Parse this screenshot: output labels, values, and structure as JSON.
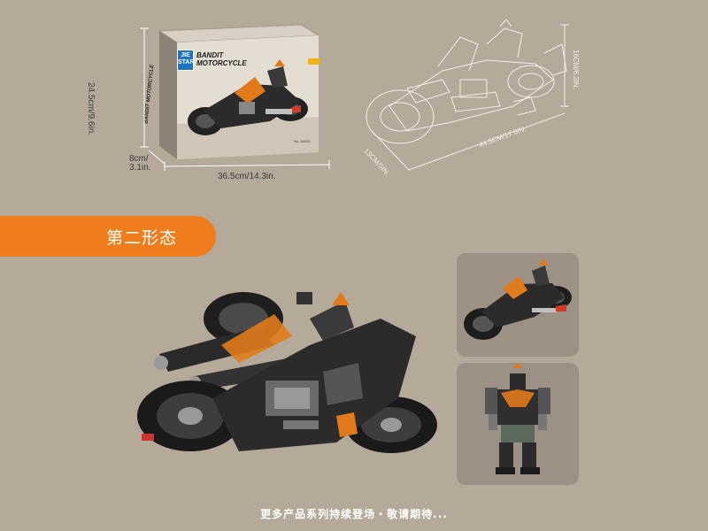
{
  "box": {
    "brand": "JIE STAR",
    "title_line1": "BANDIT",
    "title_line2": "MOTORCYCLE",
    "side_title": "BANDIT MOTORCYCLE",
    "item_no": "No.:58005"
  },
  "dimensions": {
    "box_height": "24.5cm/9.6in.",
    "box_depth": "8cm/\n3.1in.",
    "box_width": "36.5cm/14.3in.",
    "model_height": "16CM/6.3IN.",
    "model_length": "44.5CM/17.5IN.",
    "model_width": "13CM/5IN."
  },
  "banner": {
    "label": "第二形态"
  },
  "footer": {
    "text": "更多产品系列持续登场・敬请期待..."
  },
  "colors": {
    "background": "#b5a999",
    "accent": "#f07d1c",
    "thumb_bg": "#9d9185"
  }
}
